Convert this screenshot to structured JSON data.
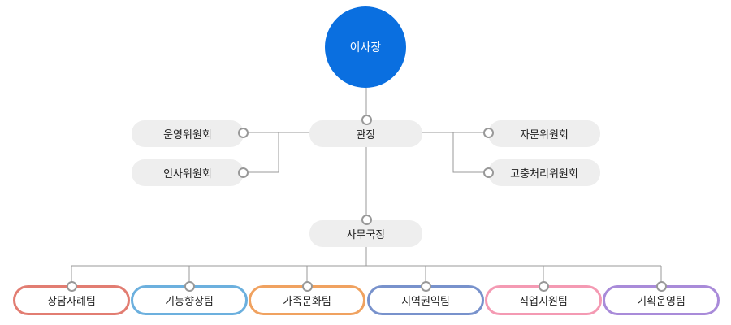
{
  "chairman": "이사장",
  "director": "관장",
  "left_committees": [
    "운영위원회",
    "인사위원회"
  ],
  "right_committees": [
    "자문위원회",
    "고충처리위원회"
  ],
  "secretary_general": "사무국장",
  "teams": [
    {
      "name": "상담사례팀",
      "color": "#e27d72"
    },
    {
      "name": "기능향상팀",
      "color": "#6cb0de"
    },
    {
      "name": "가족문화팀",
      "color": "#f0a260"
    },
    {
      "name": "지역권익팀",
      "color": "#7892cc"
    },
    {
      "name": "직업지원팀",
      "color": "#f49ab3"
    },
    {
      "name": "기획운영팀",
      "color": "#a98bd9"
    }
  ],
  "colors": {
    "chairman": "#0a6fe0",
    "pill": "#eeeeee",
    "line": "#999999"
  }
}
